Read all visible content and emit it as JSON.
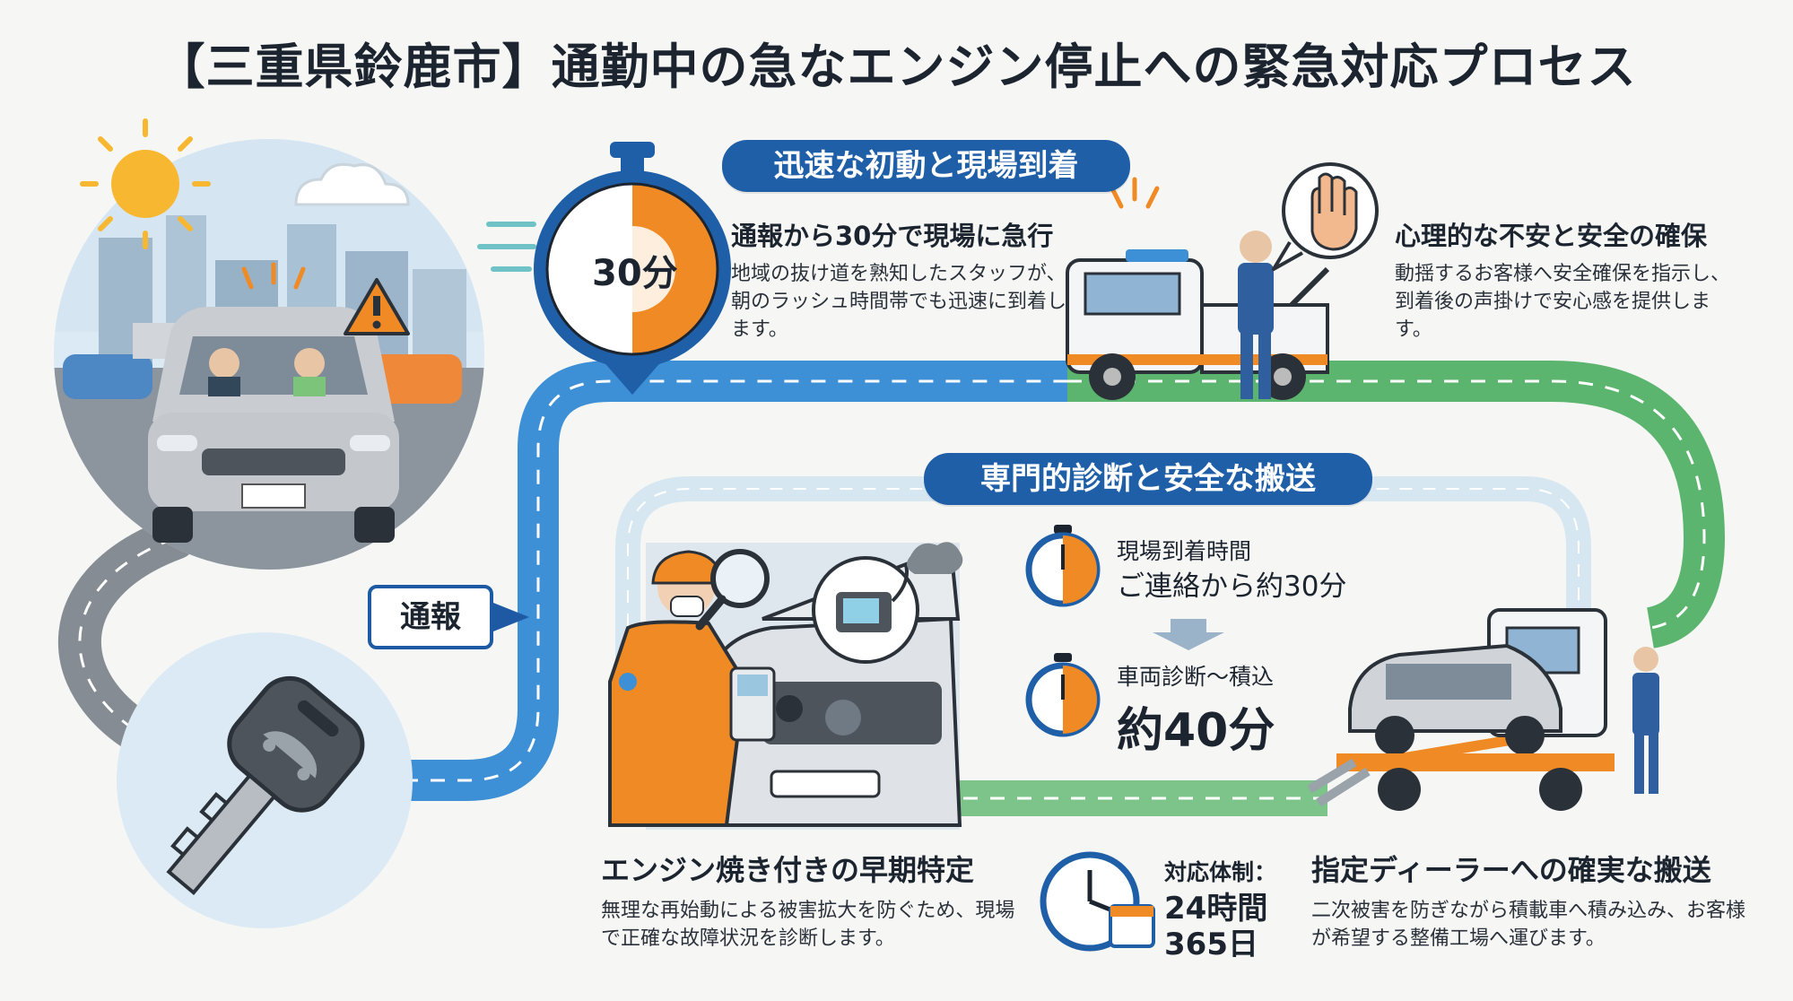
{
  "title": "【三重県鈴鹿市】通勤中の急なエンジン停止への緊急対応プロセス",
  "colors": {
    "route_blue": "#3d8fd6",
    "route_green": "#5cb56e",
    "route_gray": "#8a9096",
    "accent_orange": "#f08a24",
    "navy": "#1f5fa8"
  },
  "report_tag": "通報",
  "stopwatch": {
    "value_label": "30分"
  },
  "section_initial": {
    "pill": "迅速な初動と現場到着",
    "arrive_heading": "通報から30分で現場に急行",
    "arrive_body": "地域の抜け道を熟知したスタッフが、朝のラッシュ時間帯でも迅速に到着します。",
    "psych_heading": "心理的な不安と安全の確保",
    "psych_body": "動揺するお客様へ安全確保を指示し、到着後の声掛けで安心感を提供します。"
  },
  "section_diagnosis": {
    "pill": "専門的診断と安全な搬送",
    "arrive_time_label": "現場到着時間",
    "arrive_time_value": "ご連絡から約30分",
    "diag_time_label": "車両診断〜積込",
    "diag_time_value": "約40分",
    "early_heading": "エンジン焼き付きの早期特定",
    "early_body": "無理な再始動による被害拡大を防ぐため、現場で正確な故障状況を診断します。",
    "support_label": "対応体制：",
    "support_hours": "24時間",
    "support_days": "365日",
    "dealer_heading": "指定ディーラーへの確実な搬送",
    "dealer_body": "二次被害を防ぎながら積載車へ積み込み、お客様が希望する整備工場へ運びます。"
  },
  "icons": [
    "sun-icon",
    "warning-icon",
    "car-key-icon",
    "stopwatch-icon",
    "hand-stop-icon",
    "magnifier-icon",
    "obd-scanner-icon",
    "clock-calendar-icon",
    "tow-truck-icon",
    "flatbed-truck-icon"
  ]
}
